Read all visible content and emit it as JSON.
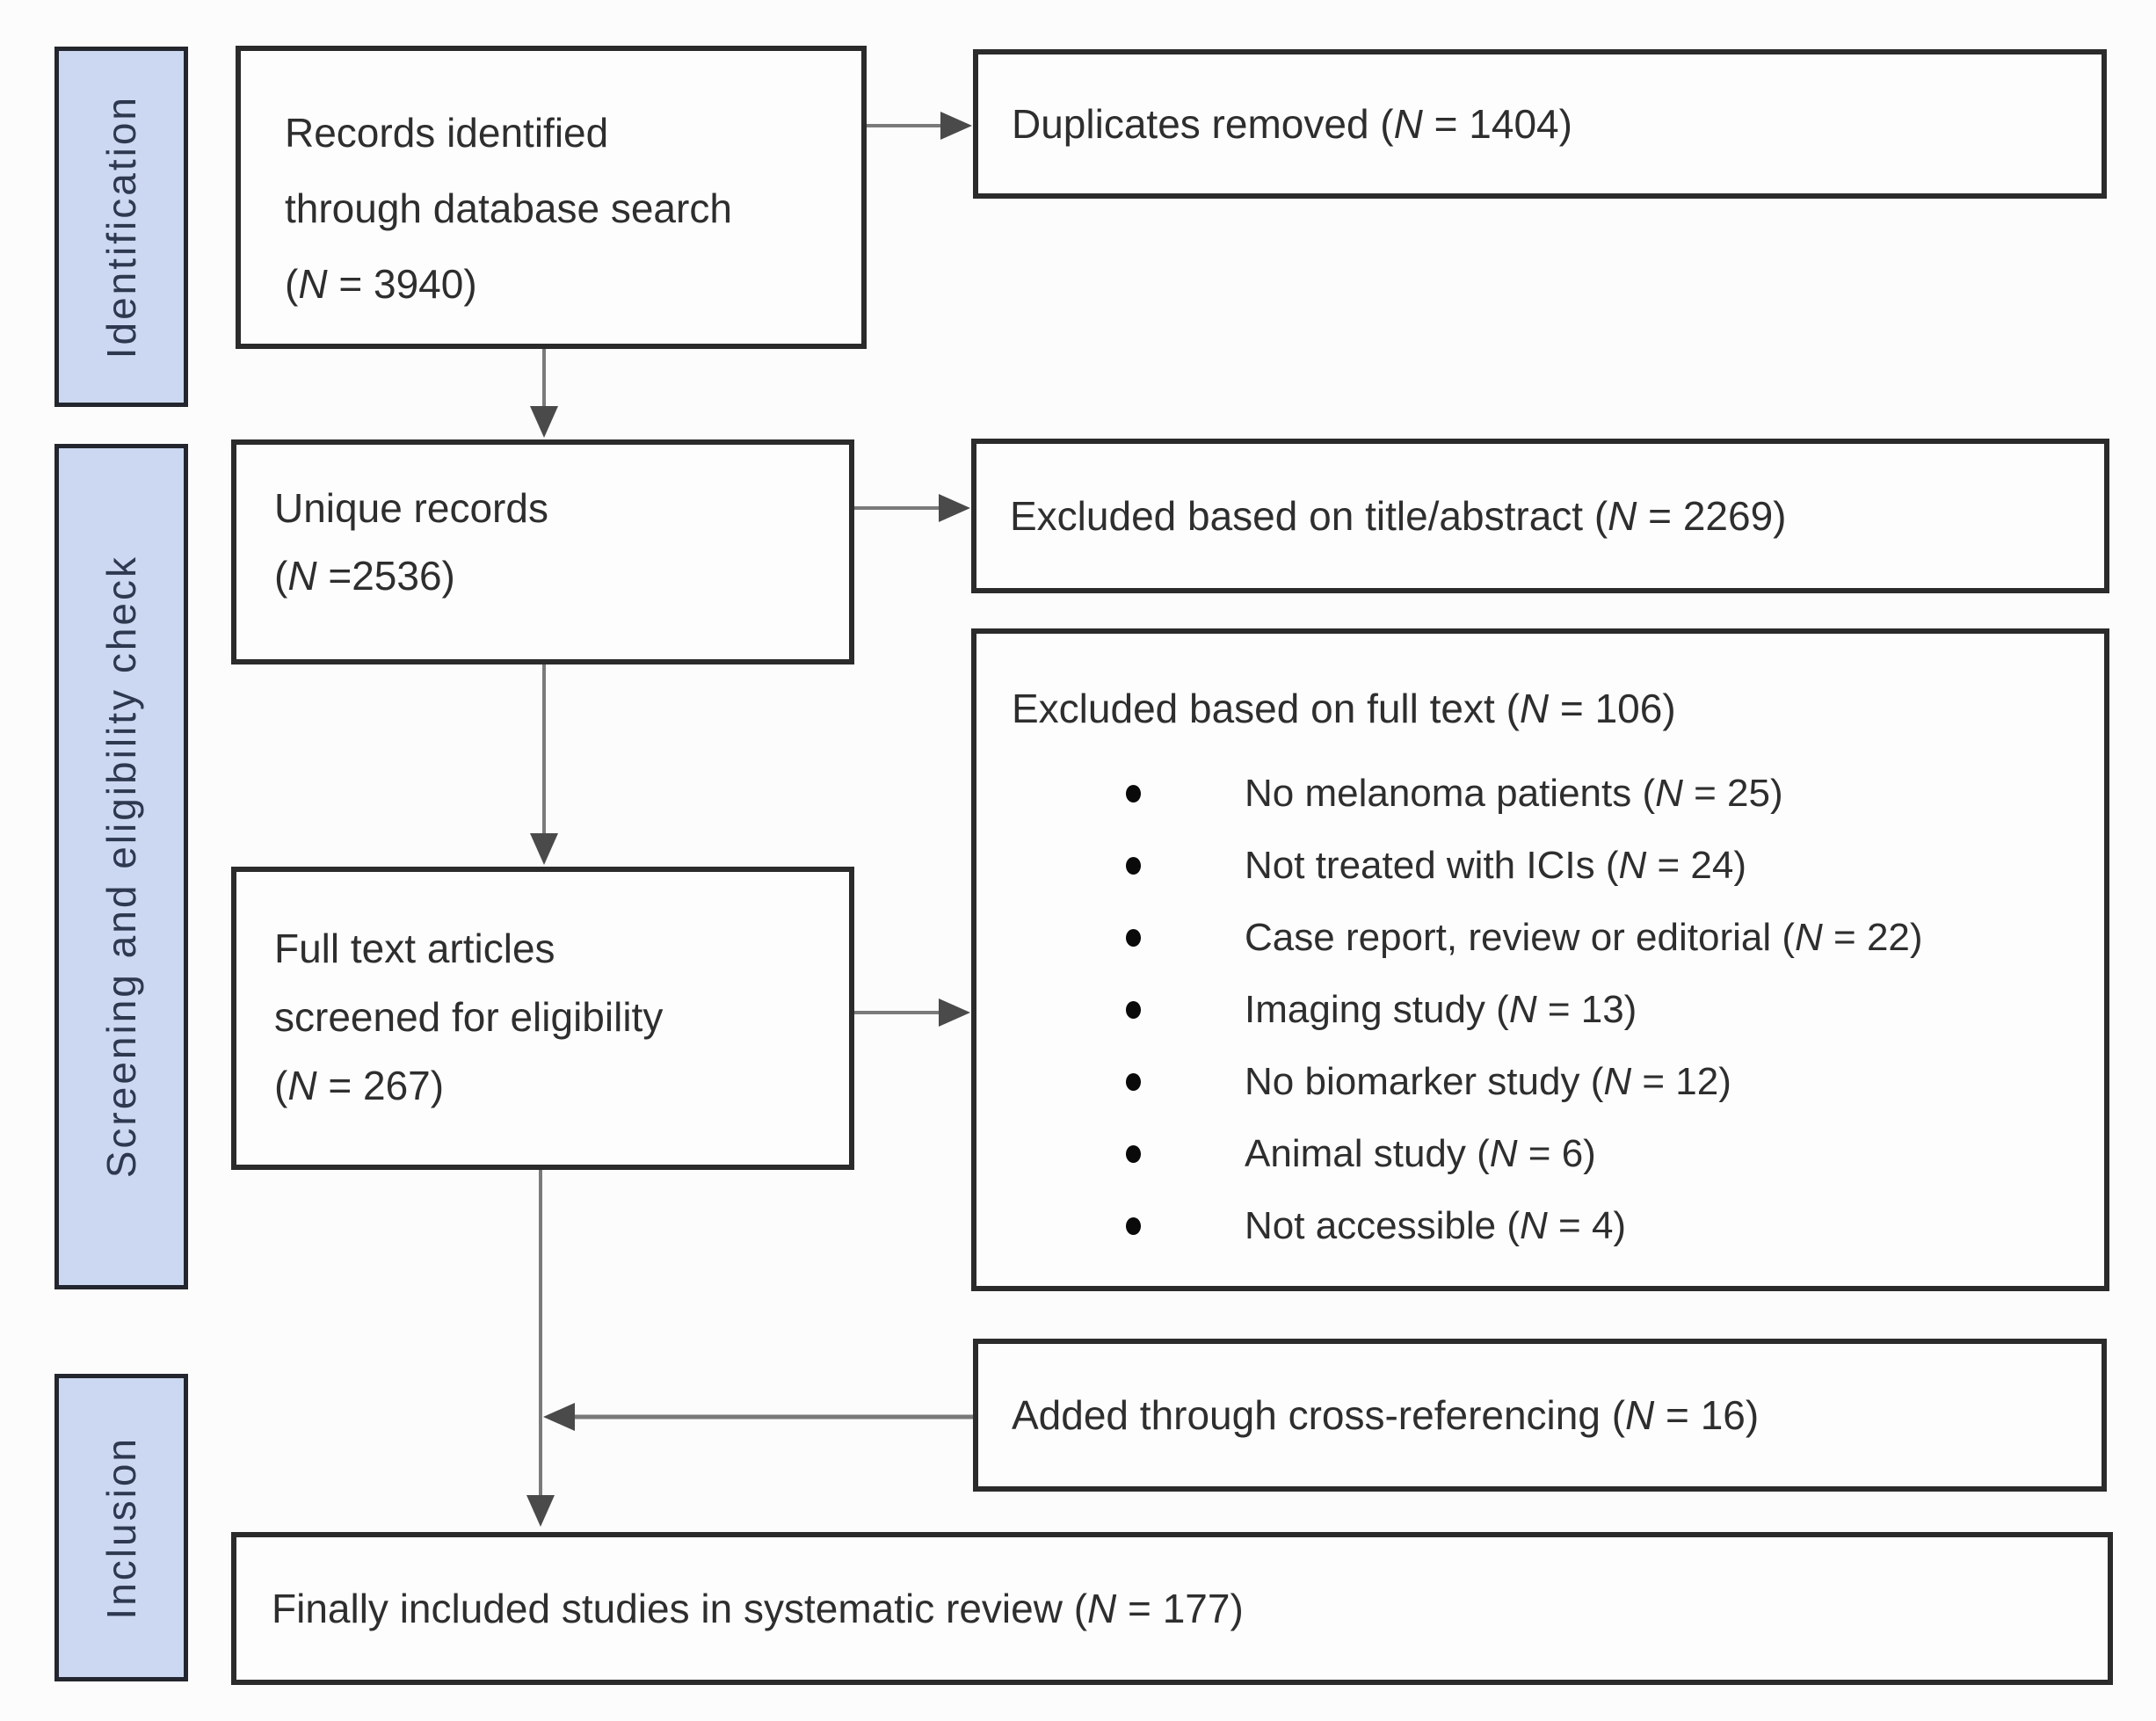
{
  "diagram": {
    "stages": [
      {
        "label": "Identification"
      },
      {
        "label": "Screening and eligibility check"
      },
      {
        "label": "Inclusion"
      }
    ],
    "boxes": {
      "records": {
        "lines": [
          "Records identified",
          "through database search",
          "(N = 3940)"
        ]
      },
      "duplicates": {
        "text": "Duplicates removed (N = 1404)"
      },
      "unique": {
        "lines": [
          "Unique records",
          "(N =2536)"
        ]
      },
      "title_abstract": {
        "text": "Excluded based on title/abstract (N = 2269)"
      },
      "fulltext_excluded": {
        "title": "Excluded based on full text (N = 106)",
        "bullets": [
          "No melanoma patients (N = 25)",
          "Not treated with ICIs (N = 24)",
          "Case report, review or editorial (N = 22)",
          "Imaging study (N = 13)",
          "No biomarker study (N = 12)",
          "Animal study (N = 6)",
          "Not accessible (N = 4)"
        ]
      },
      "screened": {
        "lines": [
          "Full text articles",
          "screened for eligibility",
          "(N = 267)"
        ]
      },
      "crossref": {
        "text": "Added through cross-referencing (N = 16)"
      },
      "included": {
        "text": "Finally included studies in systematic review (N = 177)"
      }
    },
    "colors": {
      "stage_fill": "#ccd8f1",
      "stage_border": "#23262e",
      "stage_text": "#2e3950",
      "box_bg": "#fdfdfd",
      "box_border": "#2b2b2b",
      "text": "#2e2e2e",
      "arrow_line": "#7a7a7a",
      "arrow_head": "#4a4a4a",
      "background": "#fcfcfc"
    }
  }
}
